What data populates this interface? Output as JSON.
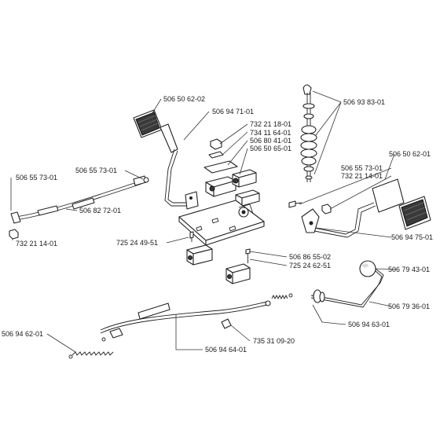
{
  "diagram": {
    "labels": {
      "l1": "506 50 62-02",
      "l2": "506 94 71-01",
      "l3": "732 21 18-01",
      "l4": "734 11 64-01",
      "l5": "506 80 41-01",
      "l6": "506 50 65-01",
      "l7": "506 93 83-01",
      "l8": "506 55 73-01",
      "l9": "506 55 73-01",
      "l10": "506 82 72-01",
      "l11": "732 21 14-01",
      "l12": "725 24 49-51",
      "l13": "506 55 73-01",
      "l14": "732 21 14-01",
      "l15": "506 50 62-01",
      "l16": "506 94 75-01",
      "l17": "506 86 55-02",
      "l18": "725 24 62-51",
      "l19": "506 79 43-01",
      "l20": "506 79 36-01",
      "l21": "506 94 63-01",
      "l22": "506 94 62-01",
      "l23": "735 31 09-20",
      "l24": "506 94 64-01"
    }
  }
}
